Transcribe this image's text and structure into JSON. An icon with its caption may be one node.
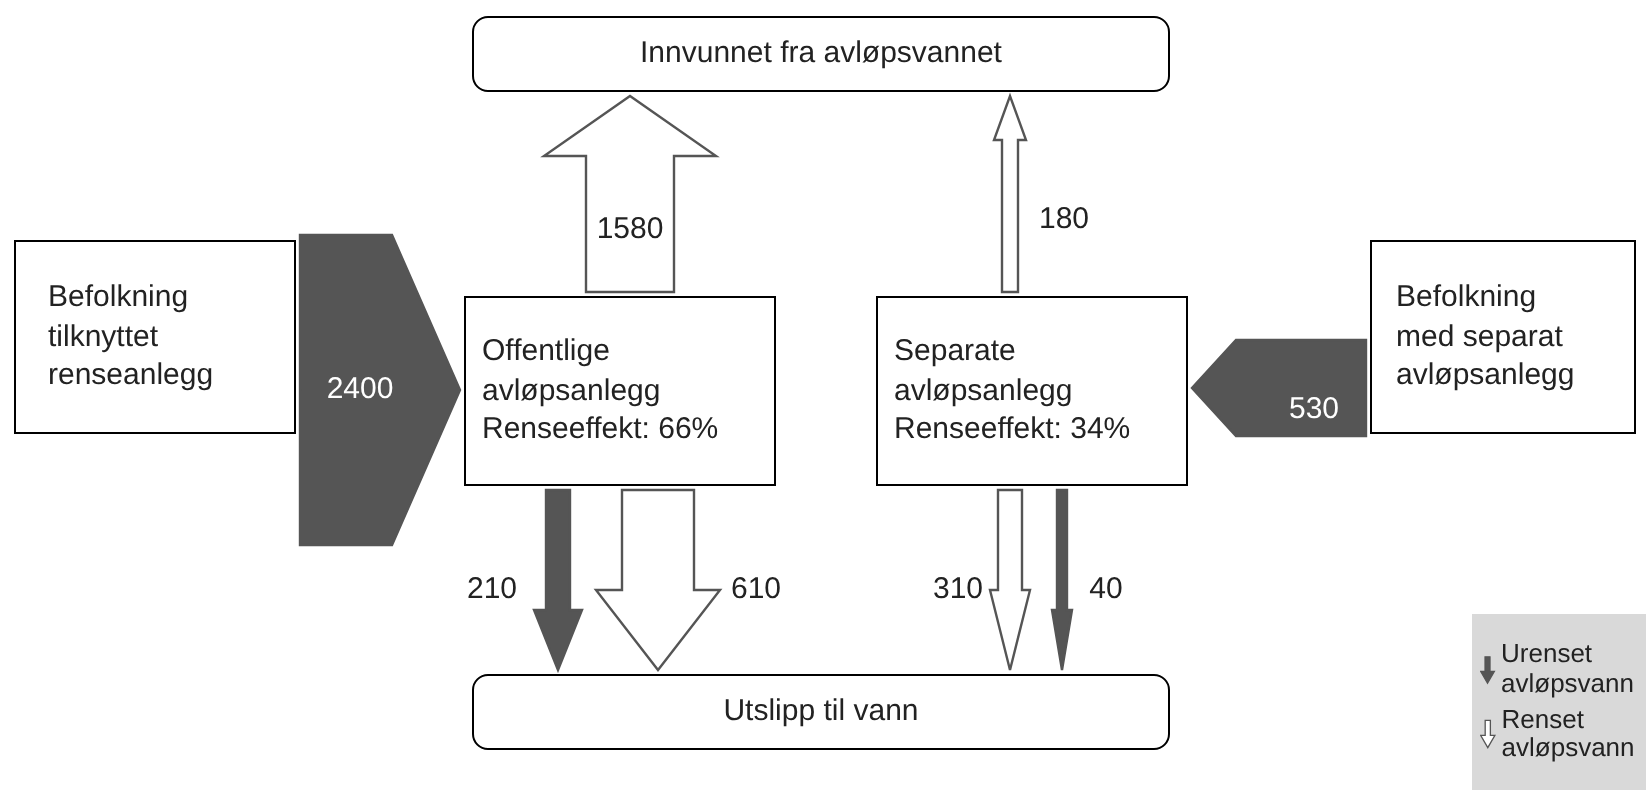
{
  "diagram": {
    "nodes": [
      {
        "text": [
          "Innvunnet fra avløpsvannet"
        ]
      },
      {
        "text": [
          "Befolkning tilknyttet renseanlegg"
        ]
      },
      {
        "text": [
          "Offentlige avløpsanlegg",
          "Renseeffekt: 66%"
        ]
      },
      {
        "text": [
          "Separate avløpsanlegg",
          "Renseeffekt: 34%"
        ]
      },
      {
        "text": [
          "Befolkning med separat avløpsanlegg"
        ]
      },
      {
        "text": [
          "Utslipp til vann"
        ]
      }
    ],
    "edges": [
      {
        "from": 1,
        "to": 2,
        "arrow": "to",
        "label": "2400",
        "color": "#555555"
      },
      {
        "from": 2,
        "to": 0,
        "arrow": "to",
        "label": "1580"
      },
      {
        "from": 3,
        "to": 0,
        "arrow": "to",
        "label": "180"
      },
      {
        "from": 4,
        "to": 3,
        "arrow": "to",
        "label": "530",
        "color": "#555555"
      },
      {
        "from": 2,
        "to": 5,
        "arrow": "to",
        "label": "210",
        "color": "#555555"
      },
      {
        "from": 2,
        "to": 5,
        "arrow": "to",
        "label": "610"
      },
      {
        "from": 3,
        "to": 5,
        "arrow": "to",
        "label": "310"
      },
      {
        "from": 3,
        "to": 5,
        "arrow": "to",
        "label": "40",
        "color": "#555555"
      }
    ],
    "legend": [
      {
        "text": "Urenset avløpsvann"
      },
      {
        "text": "Renset avløpsvann"
      }
    ]
  }
}
